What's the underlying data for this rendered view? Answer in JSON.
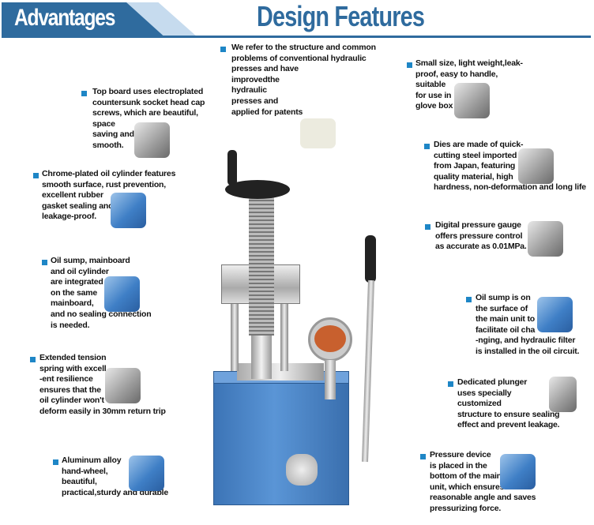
{
  "header": {
    "left_label": "Advantages",
    "title": "Design Features"
  },
  "features": [
    {
      "text": "Top board uses electroplated\ncountersunk socket head cap\nscrews, which are beautiful,\nspace\nsaving and\nsmooth."
    },
    {
      "text": "Chrome-plated oil cylinder features\nsmooth surface, rust prevention,\nexcellent rubber\ngasket sealing and\nleakage-proof."
    },
    {
      "text": "Oil sump, mainboard\nand oil cylinder\nare integrated\non the same\nmainboard,\nand no sealing connection\nis needed."
    },
    {
      "text": "Extended tension\nspring with excell\n-ent resilience\nensures that the\noil cylinder won't\ndeform easily in 30mm return trip"
    },
    {
      "text": "Aluminum alloy\nhand-wheel,\nbeautiful,\npractical,sturdy and durable"
    },
    {
      "text": "We refer to the structure and common\nproblems of conventional hydraulic\npresses and have\nimprovedthe\nhydraulic\npresses and\napplied for patents"
    },
    {
      "text": "Small size, light weight,leak-\nproof, easy to handle,\nsuitable\nfor use in\nglove box"
    },
    {
      "text": "Dies are made of quick-\ncutting steel imported\nfrom Japan, featuring\nquality material, high\nhardness, non-deformation and long life"
    },
    {
      "text": "Digital pressure gauge\noffers pressure control\nas accurate as 0.01MPa."
    },
    {
      "text": "Oil sump is on\nthe surface of\nthe main unit to\nfacilitate oil cha\n-nging, and hydraulic filter\nis installed in the oil circuit."
    },
    {
      "text": "Dedicated plunger\nuses specially\ncustomized\nstructure to ensure sealing\neffect and prevent leakage."
    },
    {
      "text": "Pressure device\nis placed in the\nbottom of the main\nunit, which ensures\nreasonable angle and saves\npressurizing force."
    }
  ],
  "colors": {
    "brand_blue": "#2f6b9e",
    "bullet": "#1e86c6",
    "machine_blue": "#4a86c8"
  }
}
